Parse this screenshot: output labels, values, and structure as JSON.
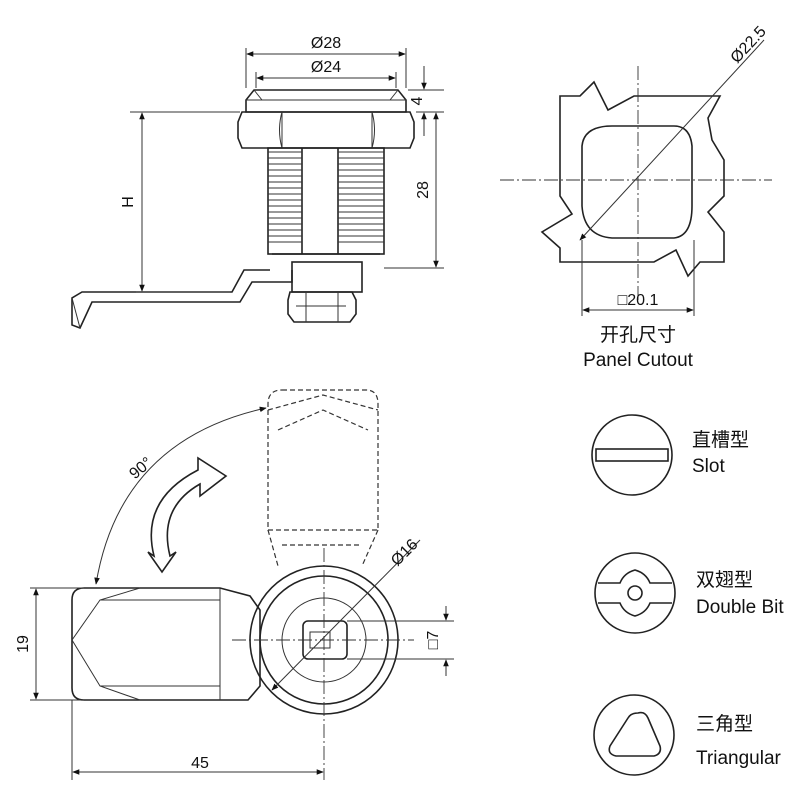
{
  "side_view": {
    "dim_outer_dia": "Ø28",
    "dim_inner_dia": "Ø24",
    "dim_flange": "4",
    "dim_height_h": "H",
    "dim_body": "28"
  },
  "cutout_view": {
    "dim_diag": "Ø22.5",
    "dim_flat": "□20.1",
    "caption_cn": "开孔尺寸",
    "caption_en": "Panel Cutout"
  },
  "rotation_view": {
    "angle": "90°",
    "dim_dia16": "Ø16",
    "dim_sq7": "□7",
    "dim_19": "19",
    "dim_45": "45"
  },
  "key_types": [
    {
      "cn": "直槽型",
      "en": "Slot"
    },
    {
      "cn": "双翅型",
      "en": "Double Bit"
    },
    {
      "cn": "三角型",
      "en": "Triangular"
    }
  ]
}
